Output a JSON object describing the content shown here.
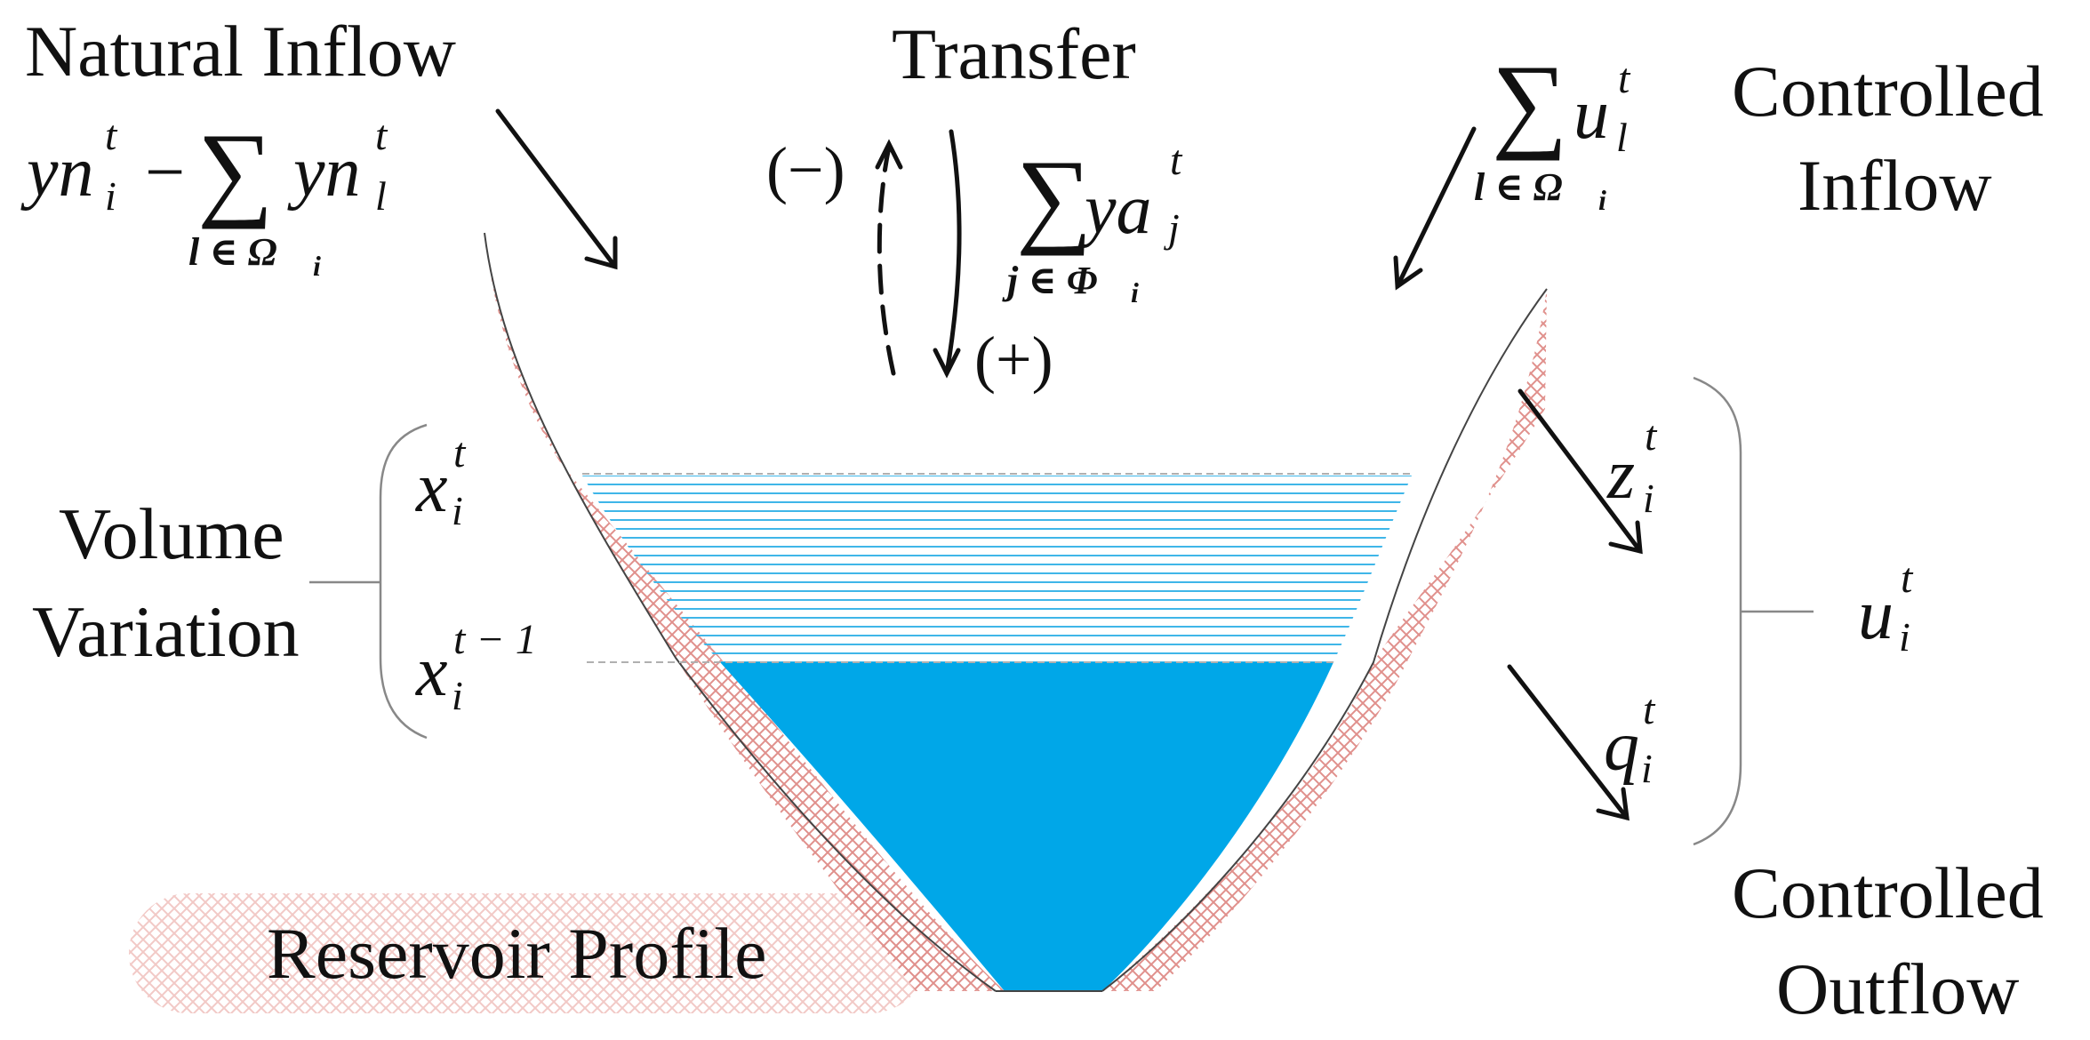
{
  "labels": {
    "natural_inflow": "Natural Inflow",
    "transfer": "Transfer",
    "controlled_inflow_1": "Controlled",
    "controlled_inflow_2": "Inflow",
    "volume_1": "Volume",
    "volume_2": "Variation",
    "controlled_outflow_1": "Controlled",
    "controlled_outflow_2": "Outflow",
    "reservoir_profile": "Reservoir Profile",
    "minus_sign": "(−)",
    "plus_sign": "(+)"
  },
  "formulas": {
    "natural_inflow": {
      "a": "yn",
      "a_sub": "i",
      "a_sup": "t",
      "minus": "−",
      "sum": "∑",
      "b": "yn",
      "b_sub": "l",
      "b_sup": "t",
      "index": "l ∈ Ω",
      "index_sub": "i"
    },
    "transfer": {
      "sum": "∑",
      "var": "ya",
      "var_sub": "j",
      "var_sup": "t",
      "index": "j ∈ Φ",
      "index_sub": "i"
    },
    "controlled_inflow": {
      "sum": "∑",
      "var": "u",
      "var_sub": "l",
      "var_sup": "t",
      "index": "l ∈ Ω",
      "index_sub": "i"
    },
    "x_t": {
      "var": "x",
      "sub": "i",
      "sup": "t"
    },
    "x_t_minus_1": {
      "var": "x",
      "sub": "i",
      "sup": "t − 1"
    },
    "z": {
      "var": "z",
      "sub": "i",
      "sup": "t"
    },
    "q": {
      "var": "q",
      "sub": "i",
      "sup": "t"
    },
    "u": {
      "var": "u",
      "sub": "i",
      "sup": "t"
    }
  },
  "colors": {
    "water": "#00a7e8",
    "water_lines": "#3fb6e8",
    "hatch": "#e0908c",
    "ink": "#111111",
    "guide": "#b0b0b0"
  }
}
